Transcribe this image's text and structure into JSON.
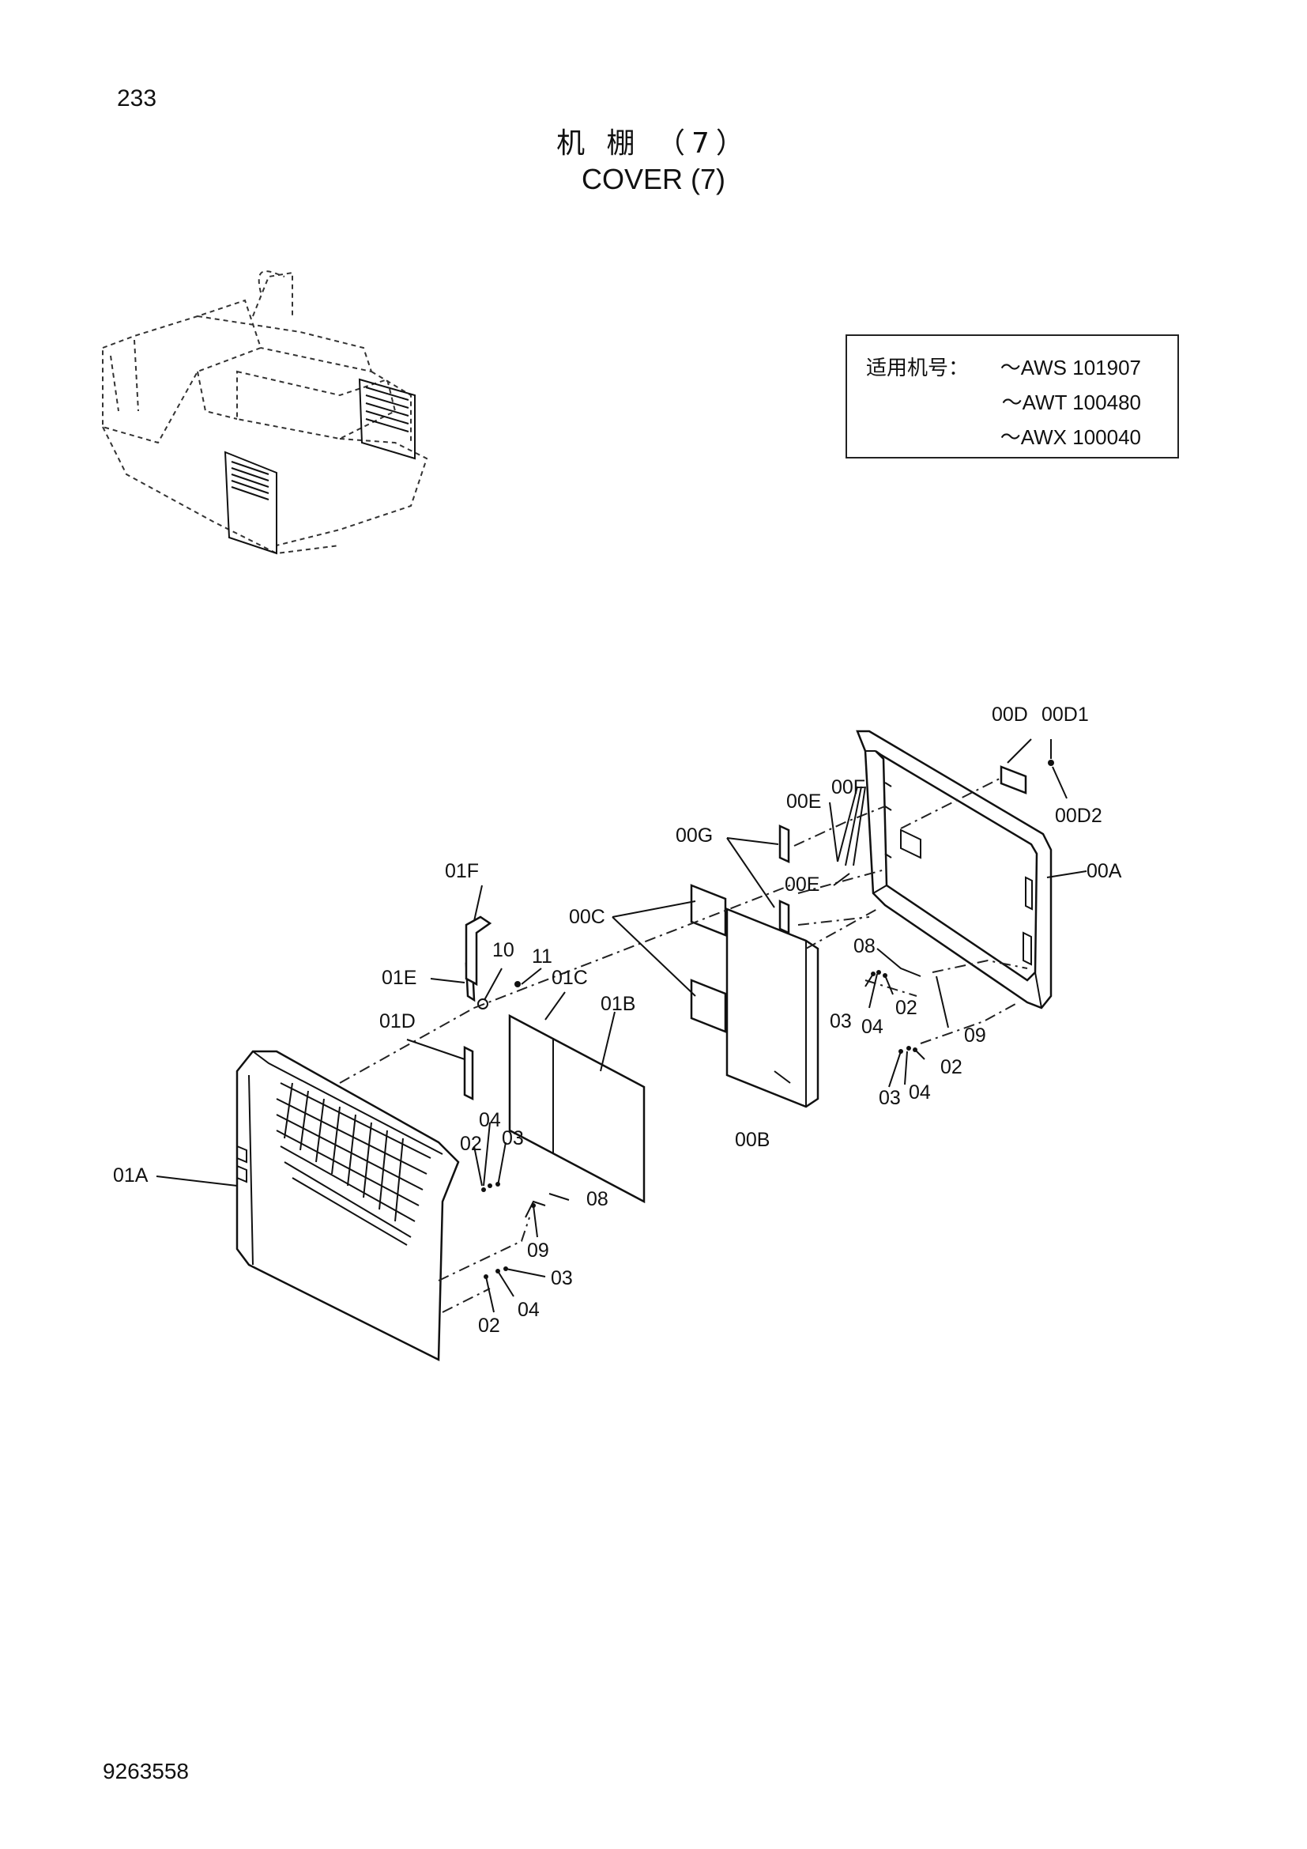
{
  "page_number": "233",
  "title_cn": "机 棚 （7）",
  "title_en": "COVER (7)",
  "serial_box": {
    "label": "适用机号：",
    "rows": [
      "～AWS 101907",
      "～AWT 100480",
      "～AWX 100040"
    ]
  },
  "callouts": {
    "c00D": "00D",
    "c00D1": "00D1",
    "c00D2": "00D2",
    "c00E_top": "00E",
    "c00F": "00F",
    "c00G": "00G",
    "c00E_bot": "00E",
    "c00A": "00A",
    "c00C": "00C",
    "c00B": "00B",
    "c01F": "01F",
    "c10": "10",
    "c11": "11",
    "c01E": "01E",
    "c01C": "01C",
    "c01B": "01B",
    "c01D": "01D",
    "c01A": "01A",
    "r08_right": "08",
    "r03_right_a": "03",
    "r04_right_a": "04",
    "r02_right_a": "02",
    "r09_right": "09",
    "r03_right_b": "03",
    "r04_right_b": "04",
    "r02_right_b": "02",
    "l04_a": "04",
    "l02_a": "02",
    "l03_a": "03",
    "l08": "08",
    "l09": "09",
    "l03_b": "03",
    "l04_b": "04",
    "l02_b": "02"
  },
  "doc_number": "9263558"
}
